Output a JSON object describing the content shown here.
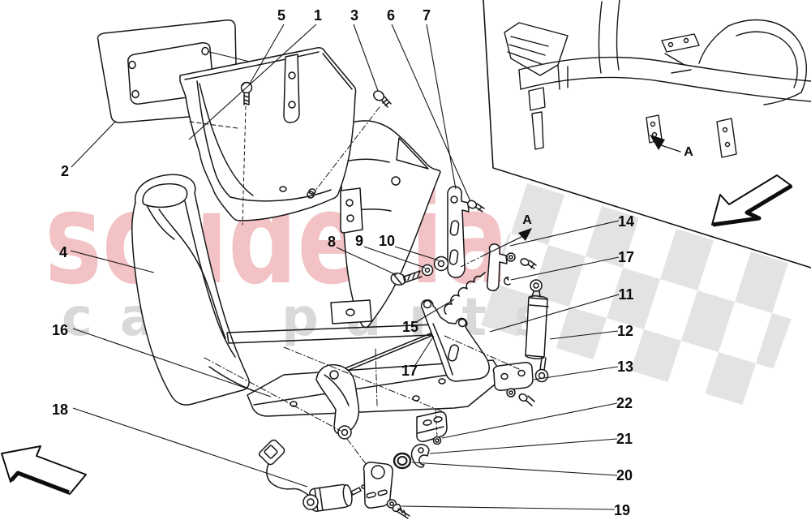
{
  "watermark": {
    "brand": "scuderia",
    "tagline": "car parts",
    "brand_color": "#d2232e",
    "tagline_color": "#d9d9d9"
  },
  "view_markers": [
    {
      "text": "A",
      "location": "inset-detail-view"
    },
    {
      "text": "A",
      "location": "main-view-pointer"
    }
  ],
  "flag": {
    "checker_color": "#e3e3e3"
  },
  "icons": {
    "left_arrow": "bold-direction-arrow-left",
    "right_arrow": "bold-direction-arrow-down-left",
    "checkered_flag": "checkered-flag-watermark"
  },
  "callouts": [
    {
      "n": "5",
      "points_to": "lid screw"
    },
    {
      "n": "1",
      "points_to": "storage box"
    },
    {
      "n": "3",
      "points_to": "screw"
    },
    {
      "n": "6",
      "points_to": "screw"
    },
    {
      "n": "7",
      "points_to": "slotted bracket"
    },
    {
      "n": "2",
      "points_to": "lid panel"
    },
    {
      "n": "4",
      "points_to": "trim duct"
    },
    {
      "n": "16",
      "points_to": "rod"
    },
    {
      "n": "18",
      "points_to": "solenoid with cable"
    },
    {
      "n": "8",
      "points_to": "bolt"
    },
    {
      "n": "9",
      "points_to": "washer"
    },
    {
      "n": "10",
      "points_to": "washer"
    },
    {
      "n": "15",
      "points_to": "spring"
    },
    {
      "n": "17",
      "points_to": "washer and nut"
    },
    {
      "n": "14",
      "points_to": "bracket"
    },
    {
      "n": "17",
      "points_to": "clip"
    },
    {
      "n": "11",
      "points_to": "support bracket"
    },
    {
      "n": "12",
      "points_to": "gas strut"
    },
    {
      "n": "13",
      "points_to": "lower bracket"
    },
    {
      "n": "22",
      "points_to": "nut"
    },
    {
      "n": "21",
      "points_to": "hook bracket"
    },
    {
      "n": "20",
      "points_to": "ring washer"
    },
    {
      "n": "19",
      "points_to": "screw with washer"
    }
  ]
}
